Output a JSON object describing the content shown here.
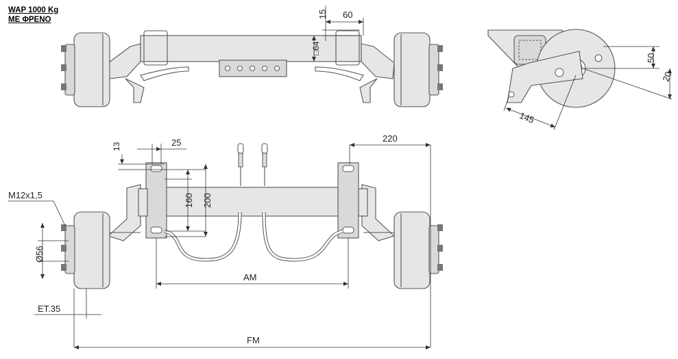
{
  "title": {
    "line1": "WAP 1000 Kg",
    "line2": "ΜΕ ΦΡΕΝΟ"
  },
  "dimensions": {
    "top_15": "15",
    "top_60": "60",
    "top_64": "□64",
    "side_50": "50",
    "side_20": "20",
    "side_145": "145",
    "front_13": "13",
    "front_25": "25",
    "front_220": "220",
    "front_160": "160",
    "front_200": "200",
    "thread": "M12x1,5",
    "hub_dia": "Ø56",
    "offset": "ET.35",
    "am": "AM",
    "fm": "FM"
  }
}
